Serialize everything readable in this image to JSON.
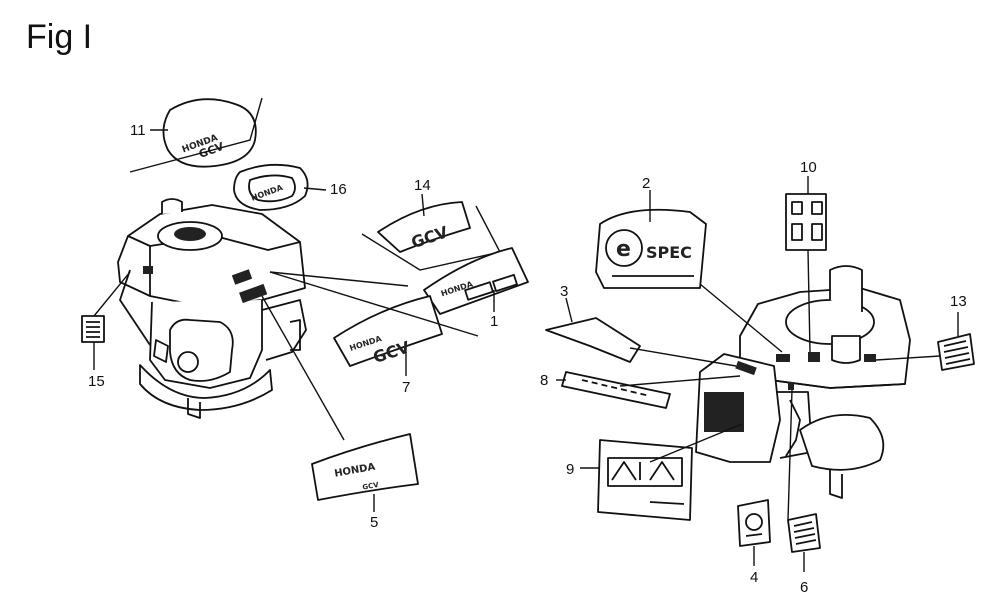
{
  "title": "Fig I",
  "callouts": [
    {
      "id": "1",
      "text": "1"
    },
    {
      "id": "2",
      "text": "2"
    },
    {
      "id": "3",
      "text": "3"
    },
    {
      "id": "4",
      "text": "4"
    },
    {
      "id": "5",
      "text": "5"
    },
    {
      "id": "6",
      "text": "6"
    },
    {
      "id": "7",
      "text": "7"
    },
    {
      "id": "8",
      "text": "8"
    },
    {
      "id": "9",
      "text": "9"
    },
    {
      "id": "10",
      "text": "10"
    },
    {
      "id": "11",
      "text": "11"
    },
    {
      "id": "13",
      "text": "13"
    },
    {
      "id": "14",
      "text": "14"
    },
    {
      "id": "15",
      "text": "15"
    },
    {
      "id": "16",
      "text": "16"
    }
  ],
  "decal_text": {
    "honda": "HONDA",
    "gcv": "GCV",
    "espec": "SPEC",
    "e_mark": "e"
  }
}
